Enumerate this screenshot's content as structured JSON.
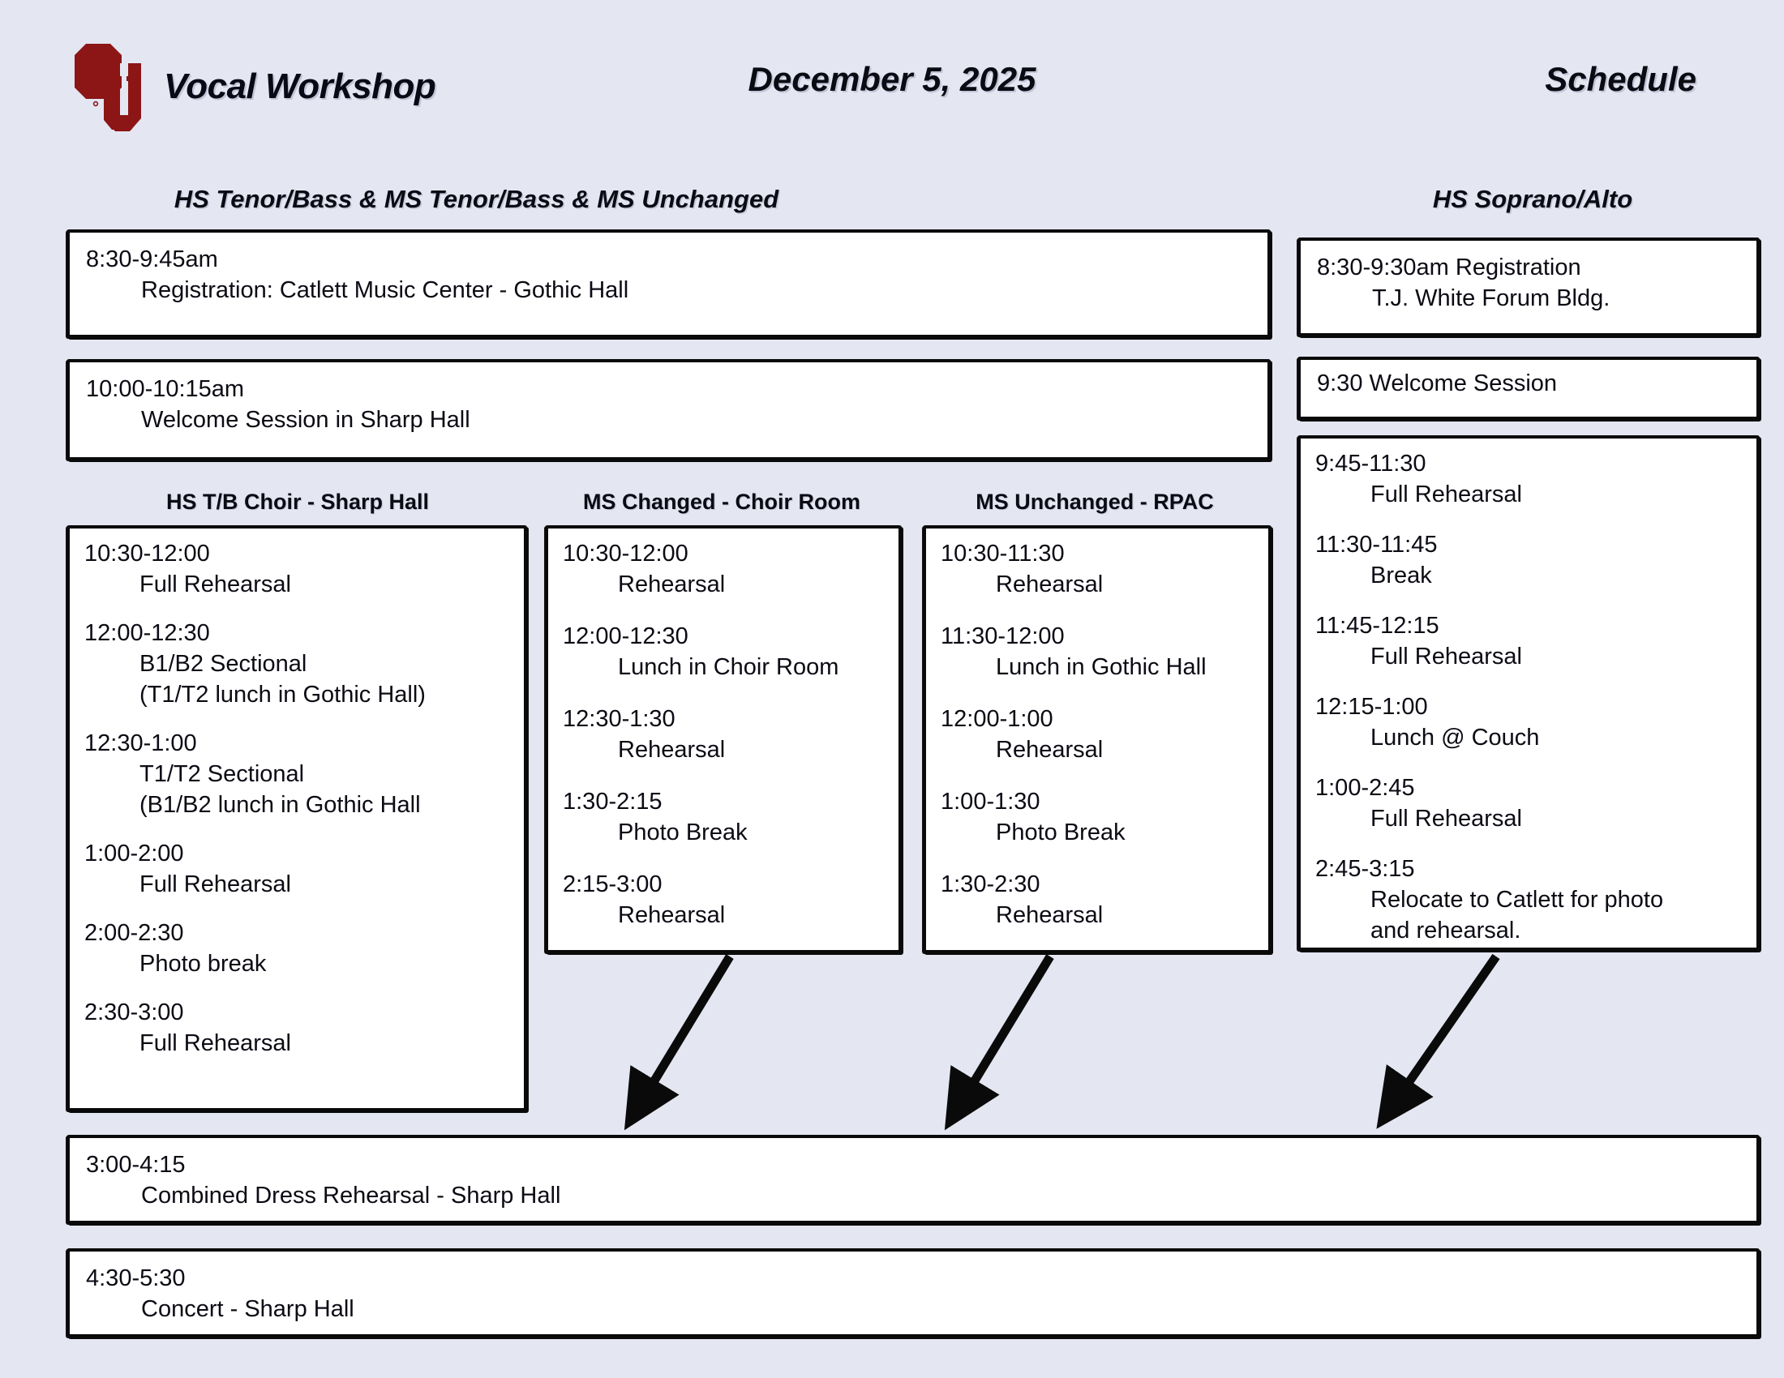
{
  "header": {
    "logo_alt": "ou-logo",
    "brand_title": "Vocal Workshop",
    "date": "December 5, 2025",
    "right_title": "Schedule",
    "logo_color": "#8C1515"
  },
  "headings": {
    "left_group": "HS Tenor/Bass & MS Tenor/Bass & MS Unchanged",
    "right_group": "HS Soprano/Alto",
    "col_hs_tb": "HS T/B Choir - Sharp Hall",
    "col_ms_changed": "MS Changed - Choir Room",
    "col_ms_unchanged": "MS Unchanged - RPAC"
  },
  "left_top_boxes": [
    {
      "entries": [
        {
          "time": "8:30-9:45am",
          "desc": "Registration: Catlett Music Center - Gothic Hall"
        }
      ]
    },
    {
      "entries": [
        {
          "time": "10:00-10:15am",
          "desc": "Welcome Session in Sharp Hall"
        }
      ]
    }
  ],
  "columns": {
    "hs_tb": [
      {
        "time": "10:30-12:00",
        "desc": "Full Rehearsal"
      },
      {
        "time": "12:00-12:30",
        "desc": "B1/B2 Sectional",
        "desc2": "(T1/T2 lunch in Gothic Hall)"
      },
      {
        "time": "12:30-1:00",
        "desc": "T1/T2 Sectional",
        "desc2": "(B1/B2 lunch in Gothic Hall"
      },
      {
        "time": "1:00-2:00",
        "desc": "Full Rehearsal"
      },
      {
        "time": "2:00-2:30",
        "desc": "Photo break"
      },
      {
        "time": "2:30-3:00",
        "desc": "Full Rehearsal"
      }
    ],
    "ms_changed": [
      {
        "time": "10:30-12:00",
        "desc": "Rehearsal"
      },
      {
        "time": "12:00-12:30",
        "desc": "Lunch in Choir Room"
      },
      {
        "time": "12:30-1:30",
        "desc": "Rehearsal"
      },
      {
        "time": "1:30-2:15",
        "desc": "Photo Break"
      },
      {
        "time": "2:15-3:00",
        "desc": "Rehearsal"
      }
    ],
    "ms_unchanged": [
      {
        "time": "10:30-11:30",
        "desc": "Rehearsal"
      },
      {
        "time": "11:30-12:00",
        "desc": "Lunch in Gothic Hall"
      },
      {
        "time": "12:00-1:00",
        "desc": "Rehearsal"
      },
      {
        "time": "1:00-1:30",
        "desc": "Photo Break"
      },
      {
        "time": "1:30-2:30",
        "desc": "Rehearsal"
      }
    ]
  },
  "right_column": {
    "registration": [
      {
        "time": "8:30-9:30am Registration",
        "desc": "T.J. White Forum Bldg."
      }
    ],
    "welcome": [
      {
        "time": "9:30 Welcome Session"
      }
    ],
    "schedule": [
      {
        "time": "9:45-11:30",
        "desc": "Full Rehearsal"
      },
      {
        "time": "11:30-11:45",
        "desc": "Break"
      },
      {
        "time": "11:45-12:15",
        "desc": "Full Rehearsal"
      },
      {
        "time": "12:15-1:00",
        "desc": "Lunch @ Couch"
      },
      {
        "time": "1:00-2:45",
        "desc": "Full Rehearsal"
      },
      {
        "time": "2:45-3:15",
        "desc": "Relocate to Catlett for photo",
        "desc2": "and rehearsal."
      }
    ]
  },
  "bottom_boxes": [
    {
      "time": "3:00-4:15",
      "desc": "Combined Dress Rehearsal - Sharp Hall"
    },
    {
      "time": "4:30-5:30",
      "desc": "Concert - Sharp Hall"
    }
  ],
  "arrows": {
    "count": 3,
    "name": "flow-arrow"
  },
  "colors": {
    "background": "#e4e6f2",
    "box_fill": "#ffffff",
    "box_border": "#0a0a0a",
    "text": "#0b0b14",
    "crimson": "#8C1515"
  }
}
